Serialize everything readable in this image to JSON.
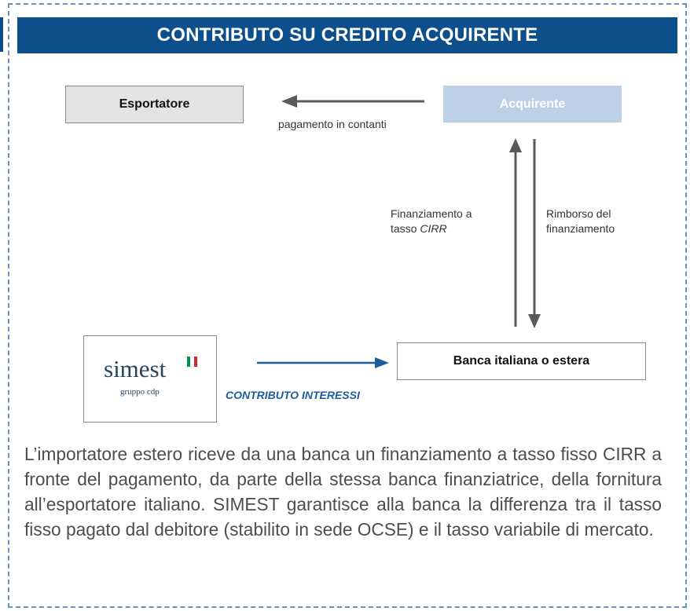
{
  "header": {
    "title": "CONTRIBUTO SU CREDITO ACQUIRENTE"
  },
  "diagram": {
    "exporter_label": "Esportatore",
    "buyer_label": "Acquirente",
    "bank_label": "Banca italiana o estera",
    "payment_label": "pagamento in contanti",
    "financing_label_prefix": "Finanziamento a",
    "financing_label_rate_prefix": "tasso ",
    "financing_label_rate": "CIRR",
    "repayment_label_line1": "Rimborso del",
    "repayment_label_line2": "finanziamento",
    "contribution_label": "CONTRIBUTO INTERESSI"
  },
  "logo": {
    "name": "simest",
    "tagline": "gruppo cdp",
    "flag_colors": [
      "#009246",
      "#ffffff",
      "#ce2b37"
    ]
  },
  "description": "L’importatore estero riceve da una banca un finanziamento a tasso fisso CIRR a fronte del pagamento, da parte della stessa banca finanziatrice, della fornitura all’esportatore italiano. SIMEST garantisce alla banca la differenza tra il tasso fisso pagato dal debitore (stabilito in sede OCSE) e il tasso variabile di mercato.",
  "colors": {
    "header_bg": "#0d4f8b",
    "arrow_gray": "#5a5a5a",
    "arrow_blue": "#1c5d9c",
    "buyer_box": "#bdd0e6"
  }
}
